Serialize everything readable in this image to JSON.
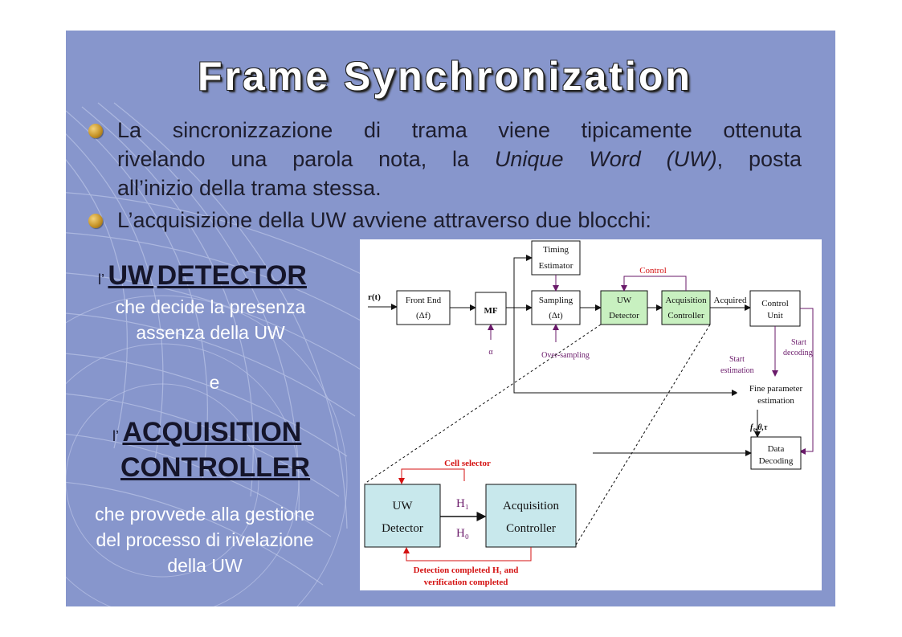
{
  "slide": {
    "title": "Frame Synchronization",
    "bullets": [
      {
        "line1": "La sincronizzazione di trama viene tipicamente ottenuta",
        "line2_a": "rivelando una parola nota, la ",
        "line2_italic": "Unique Word (UW)",
        "line2_b": ", posta",
        "line3": "all’inizio della trama stessa."
      },
      {
        "text": "L’acquisizione della UW avviene attraverso due blocchi:"
      }
    ],
    "left_column": {
      "prefix1": "l’",
      "uw": "UW",
      "detector": "DETECTOR",
      "desc1_line1": "che decide la presenza",
      "desc1_line2": "assenza della UW",
      "conj": "e",
      "prefix2": "l’",
      "acquisition": "ACQUISITION",
      "controller": "CONTROLLER",
      "desc2_line1": "che provvede alla gestione",
      "desc2_line2": "del processo di rivelazione",
      "desc2_line3": "della UW"
    }
  },
  "diagram": {
    "input": "r(t)",
    "blocks": {
      "timing": [
        "Timing",
        "Estimator"
      ],
      "front_end": [
        "Front End",
        "(Δf)"
      ],
      "mf": "MF",
      "sampling": [
        "Sampling",
        "(Δt)"
      ],
      "uw_detector": [
        "UW",
        "Detector"
      ],
      "acq_controller": [
        "Acquisition",
        "Controller"
      ],
      "control_unit": [
        "Control",
        "Unit"
      ],
      "fine_param": [
        "Fine parameter",
        "estimation"
      ],
      "data_decoding": [
        "Data",
        "Decoding"
      ]
    },
    "labels": {
      "control": "Control",
      "acquired": "Acquired",
      "alpha": "α",
      "oversampling": "Over-sampling",
      "start_decoding": [
        "Start",
        "decoding"
      ],
      "start_estimation": [
        "Start",
        "estimation"
      ],
      "params": "f₀,θ,τ"
    },
    "zoom": {
      "cell_selector": "Cell selector",
      "uw_detector": [
        "UW",
        "Detector"
      ],
      "acq_controller": [
        "Acquisition",
        "Controller"
      ],
      "h1": "H₁",
      "h0": "H₀",
      "detection_note": [
        "Detection completed H₁ and",
        "verification completed"
      ]
    },
    "colors": {
      "green_block": "#c8f0c0",
      "cyan_block": "#c8e8ec",
      "purple": "#6a1a6a",
      "red": "#d41212"
    }
  }
}
